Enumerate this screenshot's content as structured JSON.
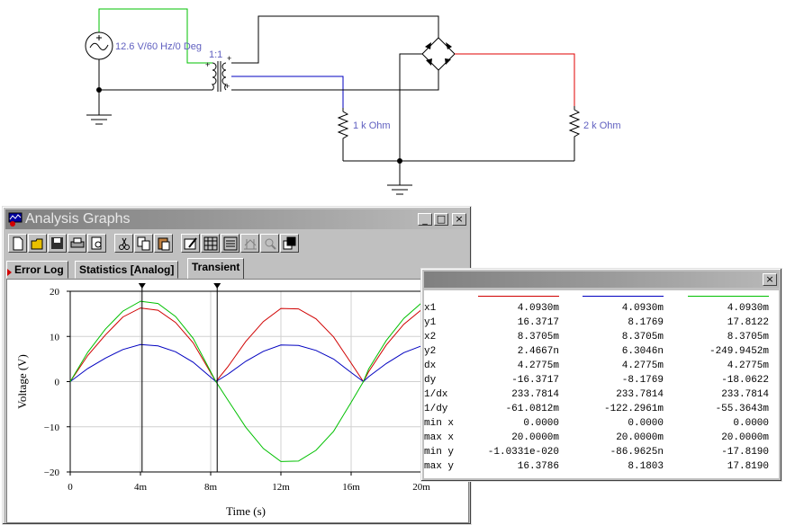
{
  "schematic": {
    "source_label": "12.6 V/60 Hz/0 Deg",
    "transformer_label": "1:1",
    "plus_marks": [
      "+",
      "+",
      "+"
    ],
    "r1_label": "1 k Ohm",
    "r2_label": "2 k Ohm",
    "colors": {
      "primary_wire": "#00c000",
      "secondary_wire": "#0000c0",
      "output_wire": "#e00000",
      "component": "#000000",
      "label": "#6060c0"
    }
  },
  "analysis_window": {
    "title": "Analysis Graphs",
    "controls": {
      "minimize": "_",
      "maximize": "□",
      "close": "×"
    },
    "toolbar": [
      "new-icon",
      "open-icon",
      "save-icon",
      "print-icon",
      "print-preview-icon",
      "cut-icon",
      "copy-icon",
      "paste-icon",
      "properties-icon",
      "grid-icon",
      "legend-icon",
      "cursors-icon",
      "zoom-icon",
      "restore-icon"
    ],
    "tabs": [
      {
        "label": "Error Log",
        "active": false
      },
      {
        "label": "Statistics [Analog]",
        "active": false
      },
      {
        "label": "Transient",
        "active": true
      }
    ]
  },
  "chart_data": {
    "type": "line",
    "title": "",
    "xlabel": "Time (s)",
    "ylabel": "Voltage (V)",
    "xlim": [
      0,
      0.02
    ],
    "ylim": [
      -20,
      20
    ],
    "xticks": [
      "0",
      "4m",
      "8m",
      "12m",
      "16m",
      "20m"
    ],
    "yticks": [
      "20",
      "10",
      "0",
      "−10",
      "−20"
    ],
    "grid": true,
    "cursors_x": [
      0.004093,
      0.0083705
    ],
    "series": [
      {
        "color": "#d00000",
        "x": [
          0,
          0.001,
          0.002,
          0.003,
          0.004,
          0.005,
          0.006,
          0.007,
          0.0083,
          0.009,
          0.01,
          0.011,
          0.012,
          0.013,
          0.014,
          0.015,
          0.016,
          0.0167,
          0.017,
          0.018,
          0.019,
          0.02
        ],
        "y": [
          0,
          5.8,
          10.3,
          14.3,
          16.3,
          15.8,
          13.1,
          8.6,
          0,
          3.4,
          8.9,
          13.3,
          16.2,
          16.1,
          13.9,
          9.9,
          4.1,
          0,
          2.2,
          8.1,
          12.7,
          15.9
        ]
      },
      {
        "color": "#0000c0",
        "x": [
          0,
          0.001,
          0.002,
          0.003,
          0.004,
          0.005,
          0.006,
          0.007,
          0.0083,
          0.009,
          0.01,
          0.011,
          0.012,
          0.013,
          0.014,
          0.015,
          0.016,
          0.0167,
          0.017,
          0.018,
          0.019,
          0.02
        ],
        "y": [
          0,
          2.9,
          5.2,
          7.1,
          8.2,
          7.9,
          6.6,
          4.3,
          0,
          1.7,
          4.5,
          6.7,
          8.1,
          8.0,
          6.9,
          5.0,
          2.0,
          0,
          1.1,
          4.0,
          6.4,
          7.9
        ]
      },
      {
        "color": "#00c000",
        "x": [
          0,
          0.001,
          0.002,
          0.003,
          0.004,
          0.005,
          0.006,
          0.007,
          0.0083,
          0.009,
          0.01,
          0.011,
          0.012,
          0.013,
          0.014,
          0.015,
          0.016,
          0.0167,
          0.017,
          0.018,
          0.019,
          0.02
        ],
        "y": [
          0,
          6.5,
          11.6,
          15.6,
          17.8,
          17.3,
          14.4,
          9.6,
          0,
          -4.2,
          -10.1,
          -14.8,
          -17.7,
          -17.6,
          -15.2,
          -11.0,
          -4.6,
          0,
          2.8,
          9.1,
          14.0,
          17.4
        ]
      }
    ]
  },
  "cursor_window": {
    "close": "×",
    "series_colors": [
      "#d00000",
      "#0000c0",
      "#00c000"
    ],
    "rows": [
      {
        "label": "x1",
        "values": [
          "4.0930m",
          "4.0930m",
          "4.0930m"
        ]
      },
      {
        "label": "y1",
        "values": [
          "16.3717",
          "8.1769",
          "17.8122"
        ]
      },
      {
        "label": "x2",
        "values": [
          "8.3705m",
          "8.3705m",
          "8.3705m"
        ]
      },
      {
        "label": "y2",
        "values": [
          "2.4667n",
          "6.3046n",
          "-249.9452m"
        ]
      },
      {
        "label": "dx",
        "values": [
          "4.2775m",
          "4.2775m",
          "4.2775m"
        ]
      },
      {
        "label": "dy",
        "values": [
          "-16.3717",
          "-8.1769",
          "-18.0622"
        ]
      },
      {
        "label": "1/dx",
        "values": [
          "233.7814",
          "233.7814",
          "233.7814"
        ]
      },
      {
        "label": "1/dy",
        "values": [
          "-61.0812m",
          "-122.2961m",
          "-55.3643m"
        ]
      },
      {
        "label": "min x",
        "values": [
          "0.0000",
          "0.0000",
          "0.0000"
        ]
      },
      {
        "label": "max x",
        "values": [
          "20.0000m",
          "20.0000m",
          "20.0000m"
        ]
      },
      {
        "label": "min y",
        "values": [
          "-1.0331e-020",
          "-86.9625n",
          "-17.8190"
        ]
      },
      {
        "label": "max y",
        "values": [
          "16.3786",
          "8.1803",
          "17.8190"
        ]
      }
    ]
  }
}
